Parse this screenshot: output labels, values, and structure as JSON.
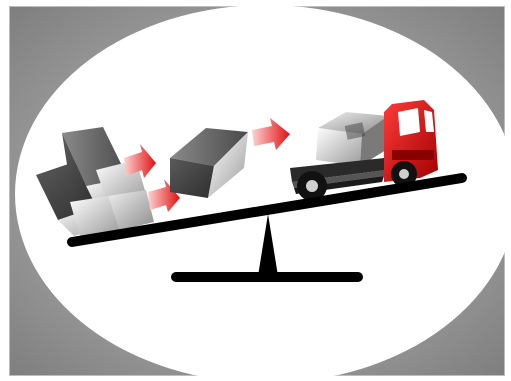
{
  "scene": {
    "frame_color": "#8c8c8c",
    "oval_color": "#ffffff",
    "accent_color": "#e01010",
    "truck_color": "#cc0000",
    "beam_color": "#000000",
    "icons": [
      "boxes-pile",
      "box",
      "arrow-right",
      "dump-truck",
      "balance-scale"
    ]
  }
}
